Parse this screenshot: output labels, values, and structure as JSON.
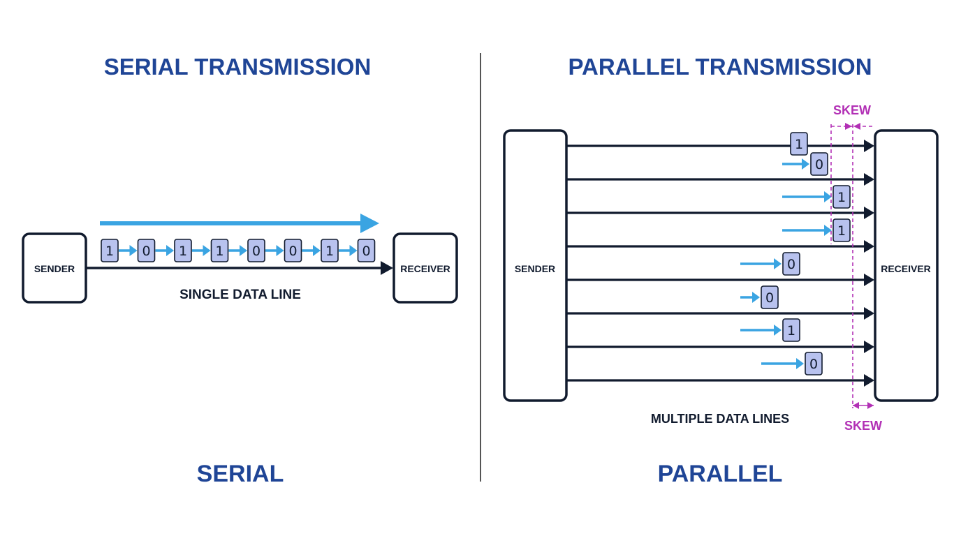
{
  "colors": {
    "title": "#1f4596",
    "line": "#111b2e",
    "flow_arrow": "#3aa4e2",
    "bit_fill": "#b8c2ee",
    "skew": "#b230b5",
    "divider": "#2a2a2a"
  },
  "serial": {
    "title": "SERIAL TRANSMISSION",
    "caption": "SERIAL",
    "sender_label": "SENDER",
    "receiver_label": "RECEIVER",
    "line_label": "SINGLE DATA LINE",
    "bits": [
      "1",
      "0",
      "1",
      "1",
      "0",
      "0",
      "1",
      "0"
    ]
  },
  "parallel": {
    "title": "PARALLEL TRANSMISSION",
    "caption": "PARALLEL",
    "sender_label": "SENDER",
    "receiver_label": "RECEIVER",
    "lines_label": "MULTIPLE DATA LINES",
    "skew_label_top": "SKEW",
    "skew_label_bottom": "SKEW",
    "bits": [
      "1",
      "0",
      "1",
      "1",
      "0",
      "0",
      "1",
      "0"
    ]
  }
}
